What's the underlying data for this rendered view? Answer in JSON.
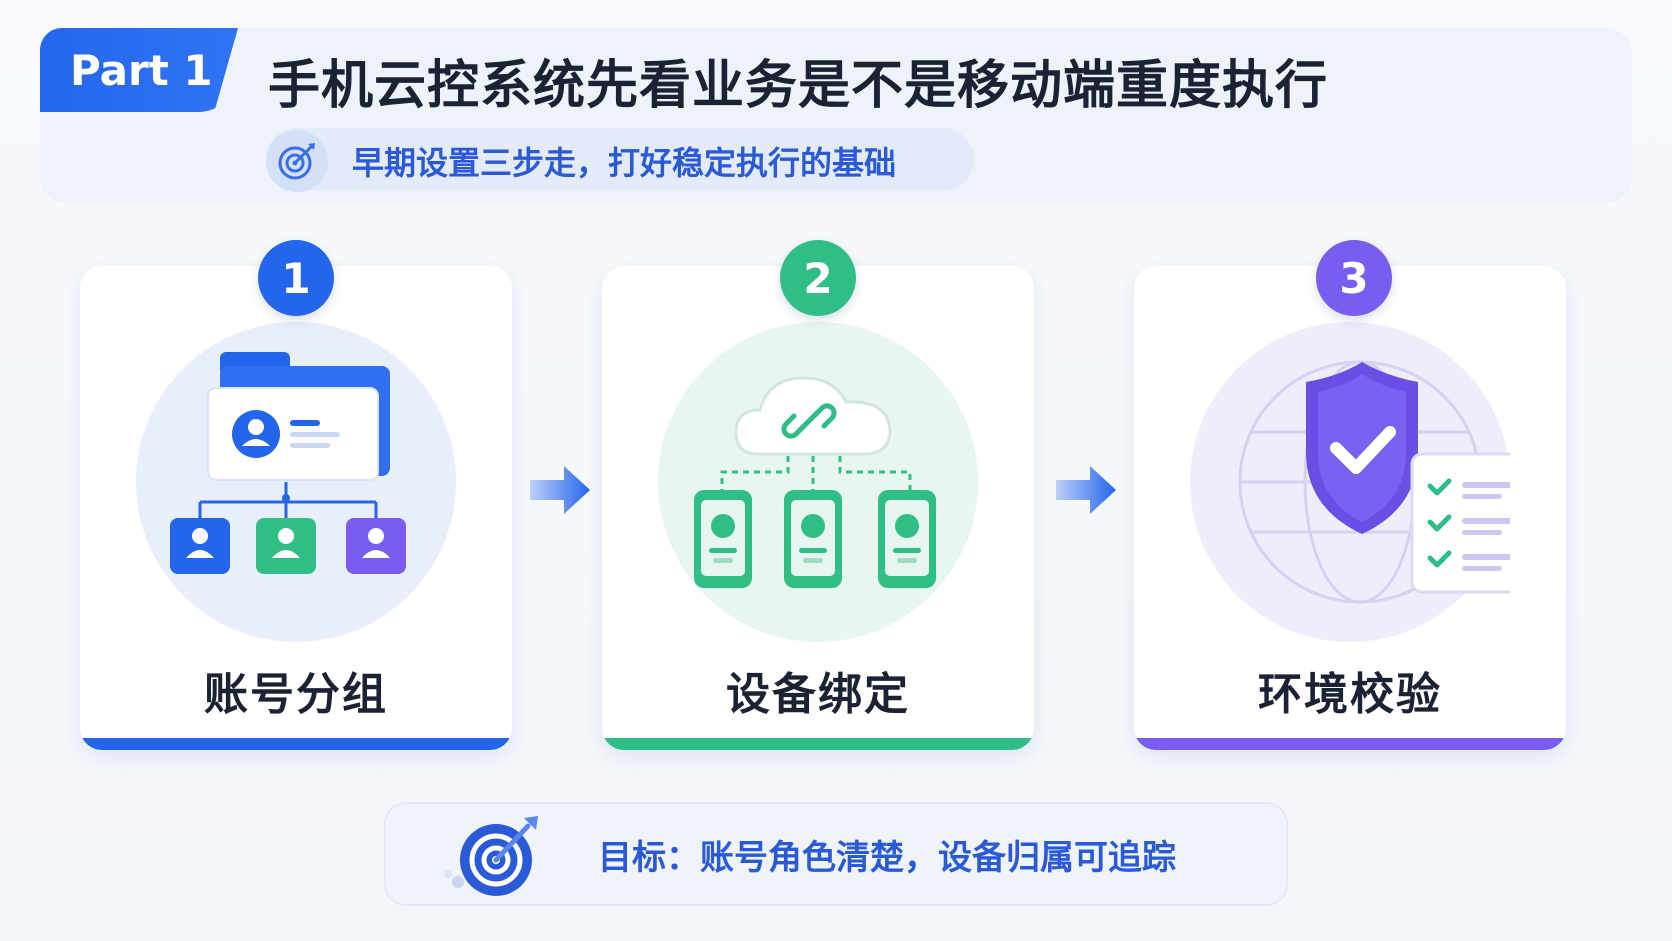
{
  "header": {
    "part_label": "Part 1",
    "title": "手机云控系统先看业务是不是移动端重度执行",
    "subtitle": "早期设置三步走，打好稳定执行的基础"
  },
  "steps": [
    {
      "number": "1",
      "label": "账号分组",
      "color": "#2465ee",
      "bg": "#e8eefc"
    },
    {
      "number": "2",
      "label": "设备绑定",
      "color": "#2fbf86",
      "bg": "#e7f6ef"
    },
    {
      "number": "3",
      "label": "环境校验",
      "color": "#7a5cf0",
      "bg": "#efecfb"
    }
  ],
  "goal": {
    "text": "目标：账号角色清楚，设备归属可追踪"
  },
  "icons": {
    "subtitle": "target-icon",
    "step1": "account-group-icon",
    "step2": "cloud-device-icon",
    "step3": "shield-check-icon",
    "arrow": "arrow-right-icon",
    "goal": "target-arrow-icon"
  }
}
